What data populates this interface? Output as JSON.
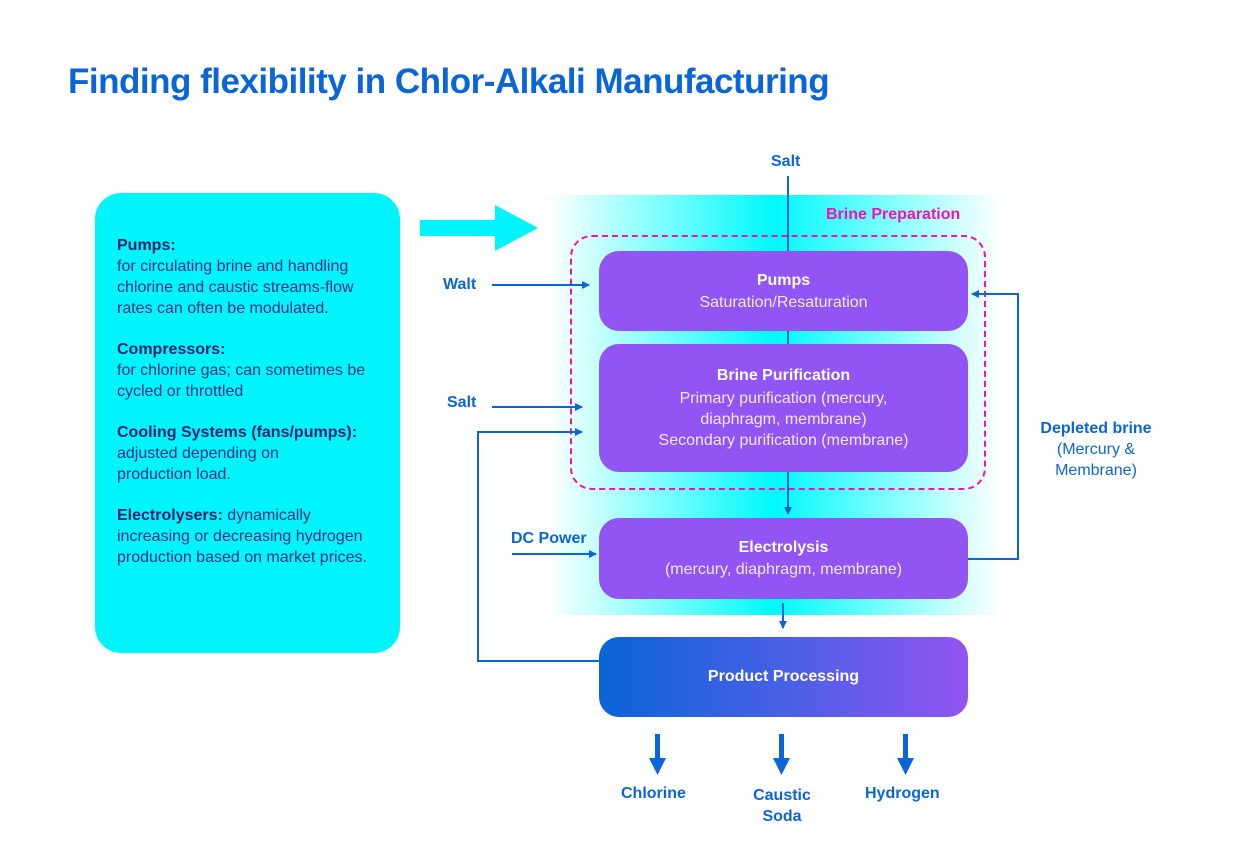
{
  "title": "Finding flexibility in Chlor-Alkali Manufacturing",
  "info_box": {
    "items": [
      {
        "head": "Pumps:",
        "body": "for circulating brine and handling chlorine and caustic streams-flow rates can often be modulated."
      },
      {
        "head": "Compressors:",
        "body": "for chlorine gas; can sometimes be cycled or throttled"
      },
      {
        "head": "Cooling Systems (fans/pumps):",
        "body": "adjusted depending on production load."
      },
      {
        "head": "Electrolysers:",
        "body": " dynamically increasing or decreasing hydrogen production based on market prices."
      }
    ]
  },
  "diagram": {
    "group_label": "Brine Preparation",
    "inputs": {
      "top_salt": "Salt",
      "walt": "Walt",
      "salt": "Salt",
      "dc_power": "DC Power"
    },
    "recycle": {
      "title": "Depleted brine",
      "subtitle_1": "(Mercury &",
      "subtitle_2": "Membrane)"
    },
    "processes": {
      "pumps": {
        "title": "Pumps",
        "sub": "Saturation/Resaturation"
      },
      "purification": {
        "title": "Brine Purification",
        "sub_1": "Primary purification (mercury,",
        "sub_2": "diaphragm, membrane)",
        "sub_3": "Secondary purification (membrane)"
      },
      "electrolysis": {
        "title": "Electrolysis",
        "sub": "(mercury, diaphragm, membrane)"
      },
      "product": {
        "title": "Product Processing"
      }
    },
    "outputs": {
      "chlorine": "Chlorine",
      "caustic_1": "Caustic",
      "caustic_2": "Soda",
      "hydrogen": "Hydrogen"
    }
  },
  "colors": {
    "primary_blue": "#0a66d8",
    "cyan": "#00f5fb",
    "purple": "#9254f2",
    "magenta": "#f012b8",
    "navy_text": "#1c2270"
  }
}
